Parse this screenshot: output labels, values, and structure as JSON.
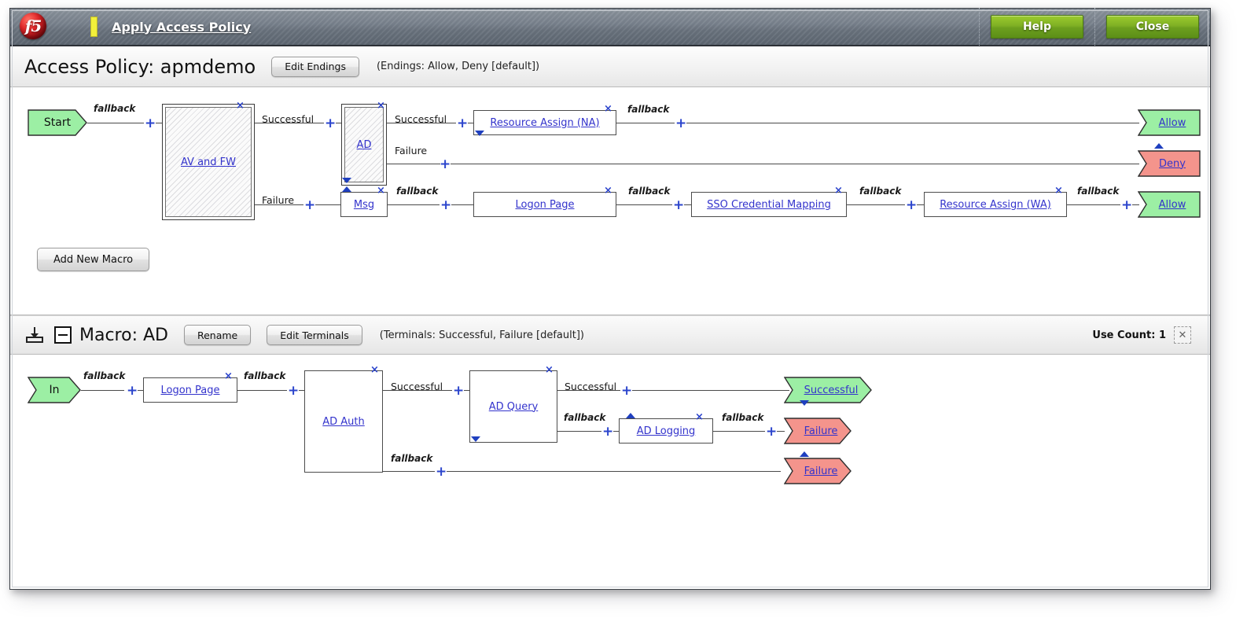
{
  "titlebar": {
    "logo_alt": "f5",
    "logo_text": "f5",
    "apply_link": "Apply Access Policy",
    "help_label": "Help",
    "close_label": "Close"
  },
  "policy_header": {
    "title": "Access Policy: apmdemo",
    "edit_endings_label": "Edit Endings",
    "endings_note": "(Endings: Allow, Deny [default])"
  },
  "policy_pane": {
    "add_macro_label": "Add New Macro",
    "start_label": "Start",
    "nodes": [
      {
        "id": "av-and-fw",
        "label": "AV and FW",
        "type": "macro"
      },
      {
        "id": "ad",
        "label": "AD",
        "type": "macro"
      },
      {
        "id": "msg",
        "label": "Msg",
        "type": "agent"
      },
      {
        "id": "resource-assign-na",
        "label": "Resource Assign (NA)",
        "type": "agent"
      },
      {
        "id": "logon-page",
        "label": "Logon Page",
        "type": "agent"
      },
      {
        "id": "sso-credential-mapping",
        "label": "SSO Credential Mapping",
        "type": "agent"
      },
      {
        "id": "resource-assign-wa",
        "label": "Resource Assign (WA)",
        "type": "agent"
      }
    ],
    "branch_labels": {
      "fallback": "fallback",
      "successful": "Successful",
      "failure": "Failure"
    },
    "endings": [
      {
        "id": "allow-top",
        "label": "Allow",
        "color": "green"
      },
      {
        "id": "deny",
        "label": "Deny",
        "color": "red"
      },
      {
        "id": "allow-bottom",
        "label": "Allow",
        "color": "green"
      }
    ]
  },
  "macro_header": {
    "title": "Macro: AD",
    "rename_label": "Rename",
    "edit_terminals_label": "Edit Terminals",
    "terminals_note": "(Terminals: Successful, Failure [default])",
    "use_count": "Use Count: 1",
    "close_glyph": "✕"
  },
  "macro_pane": {
    "in_label": "In",
    "nodes": [
      {
        "id": "macro-logon-page",
        "label": "Logon Page",
        "type": "agent"
      },
      {
        "id": "ad-auth",
        "label": "AD Auth",
        "type": "agent"
      },
      {
        "id": "ad-query",
        "label": "AD Query",
        "type": "agent"
      },
      {
        "id": "ad-logging",
        "label": "AD Logging",
        "type": "agent"
      }
    ],
    "branch_labels": {
      "fallback": "fallback",
      "successful": "Successful"
    },
    "terminals": [
      {
        "id": "successful",
        "label": "Successful",
        "color": "green"
      },
      {
        "id": "failure-top",
        "label": "Failure",
        "color": "red"
      },
      {
        "id": "failure-bottom",
        "label": "Failure",
        "color": "red"
      }
    ]
  },
  "colors": {
    "green_terminal": "#9cefa4",
    "red_terminal": "#f4948c",
    "link_blue": "#3333cc",
    "accent_green_button": "#7fb024",
    "titlebar_gray": "#78818c",
    "yellow_marker": "#f2f03b"
  },
  "glyphs": {
    "delete_x": "×",
    "plus": "+"
  }
}
